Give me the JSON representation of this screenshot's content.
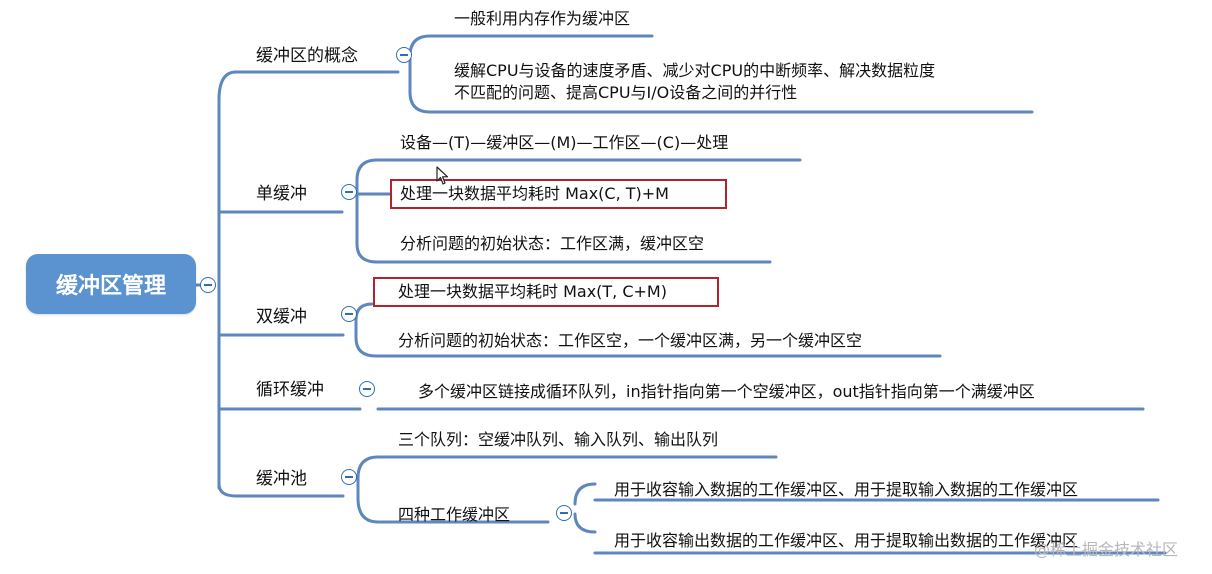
{
  "root": {
    "label": "缓冲区管理"
  },
  "branches": {
    "concept": {
      "label": "缓冲区的概念",
      "children": [
        "一般利用内存作为缓冲区",
        "缓解CPU与设备的速度矛盾、减少对CPU的中断频率、解决数据粒度",
        "不匹配的问题、提高CPU与I/O设备之间的并行性"
      ]
    },
    "single": {
      "label": "单缓冲",
      "children": [
        "设备—(T)—缓冲区—(M)—工作区—(C)—处理",
        "处理一块数据平均耗时 Max(C, T)+M",
        "分析问题的初始状态：工作区满，缓冲区空"
      ]
    },
    "double": {
      "label": "双缓冲",
      "children": [
        "处理一块数据平均耗时 Max(T, C+M)",
        "分析问题的初始状态：工作区空，一个缓冲区满，另一个缓冲区空"
      ]
    },
    "circular": {
      "label": "循环缓冲",
      "children": [
        "多个缓冲区链接成循环队列，in指针指向第一个空缓冲区，out指针指向第一个满缓冲区"
      ]
    },
    "pool": {
      "label": "缓冲池",
      "children": [
        "三个队列：空缓冲队列、输入队列、输出队列",
        "四种工作缓冲区"
      ],
      "subchildren": [
        "用于收容输入数据的工作缓冲区、用于提取输入数据的工作缓冲区",
        "用于收容输出数据的工作缓冲区、用于提取输出数据的工作缓冲区"
      ]
    }
  },
  "watermark": "@稀土掘金技术社区",
  "colors": {
    "root_fill": "#5a93cf",
    "connector": "#5d87be",
    "underline": "#5d87be",
    "collapse_icon": "#2f6fb0",
    "highlight_box": "#b3232d"
  },
  "icons": {
    "collapse": "collapse-minus-icon",
    "cursor": "mouse-pointer-icon"
  }
}
